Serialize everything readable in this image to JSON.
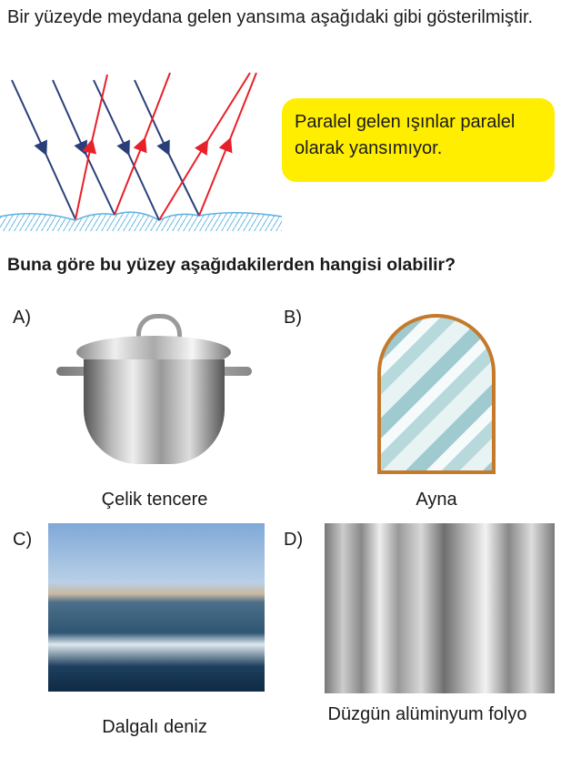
{
  "question": {
    "intro": "Bir yüzeyde meydana gelen yansıma aşağıdaki gibi gösterilmiştir.",
    "note": "Paralel gelen ışınlar paralel olarak yansımıyor.",
    "prompt": "Buna göre bu yüzey aşağıdakilerden hangisi olabilir?"
  },
  "options": [
    {
      "letter": "A)",
      "caption": "Çelik tencere"
    },
    {
      "letter": "B)",
      "caption": "Ayna"
    },
    {
      "letter": "C)",
      "caption": "Dalgalı deniz"
    },
    {
      "letter": "D)",
      "caption": "Düzgün alüminyum folyo"
    }
  ],
  "colors": {
    "incident": "#2a3f7a",
    "reflected": "#e8202a",
    "note_bg": "#ffee00",
    "surface": "#5ab0e0"
  }
}
